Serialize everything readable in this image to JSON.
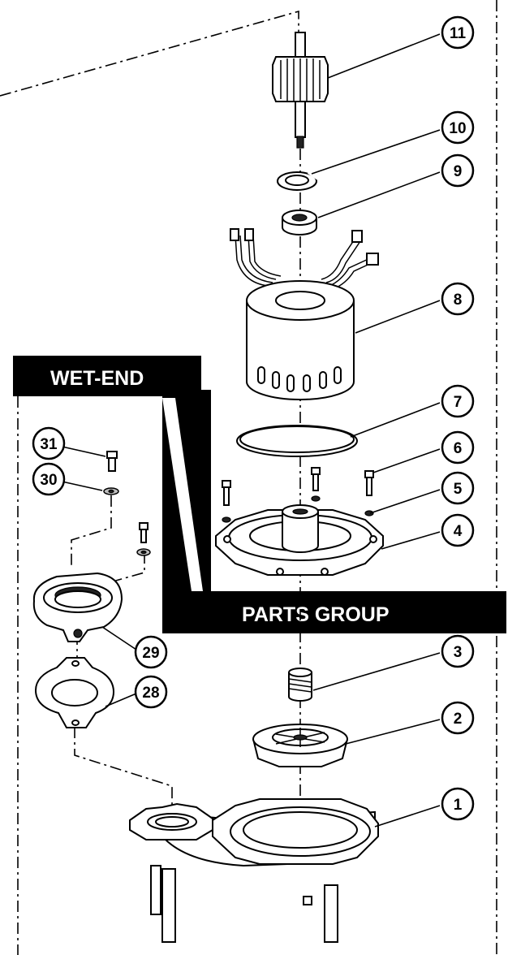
{
  "diagram": {
    "banners": {
      "wet_end": "WET-END",
      "parts_group": "PARTS GROUP"
    },
    "callouts": [
      "11",
      "10",
      "9",
      "8",
      "7",
      "6",
      "5",
      "4",
      "3",
      "2",
      "1",
      "31",
      "30",
      "29",
      "28"
    ],
    "colors": {
      "ink": "#000000",
      "banner_bg": "#000000",
      "banner_text": "#ffffff",
      "paper": "#ffffff"
    }
  }
}
